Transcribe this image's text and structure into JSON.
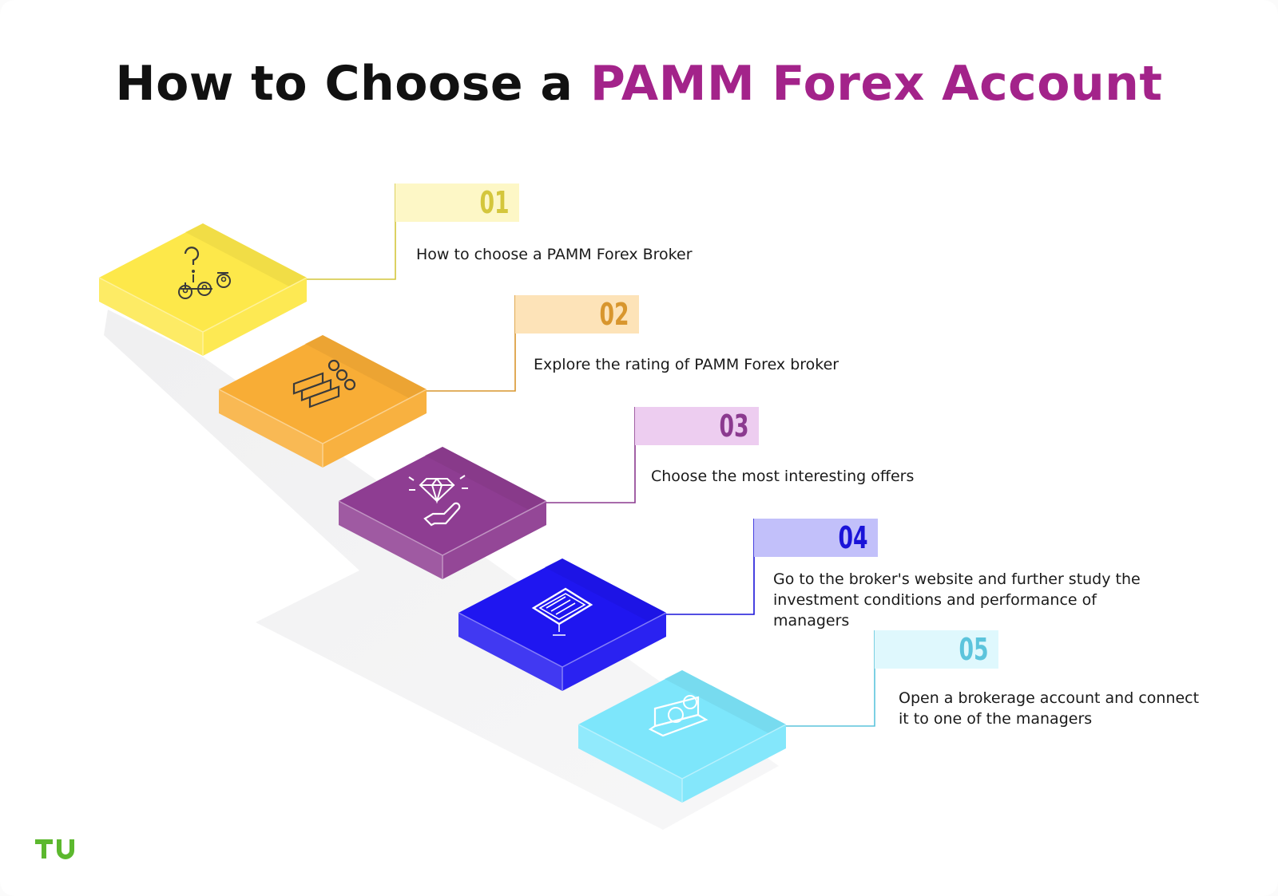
{
  "title": {
    "prefix": "How to Choose a",
    "highlight": "PAMM Forex Account"
  },
  "colors": {
    "title_text": "#111111",
    "title_accent": "#a3238a",
    "logo_green": "#5cb82e"
  },
  "steps": [
    {
      "number": "01",
      "text": "How to choose a PAMM Forex Broker",
      "color": "#fde84a",
      "tab_color": "#fdf7c6",
      "number_color": "#d4c63c",
      "icon": "question-network-icon"
    },
    {
      "number": "02",
      "text": "Explore the rating of PAMM Forex broker",
      "color": "#f8ad36",
      "tab_color": "#fde3b8",
      "number_color": "#d8962e",
      "icon": "checklist-icon"
    },
    {
      "number": "03",
      "text": "Choose the most interesting offers",
      "color": "#8e3d92",
      "tab_color": "#edcdf0",
      "number_color": "#8b3a8f",
      "icon": "diamond-hand-icon"
    },
    {
      "number": "04",
      "text": "Go to the broker's website and further study the investment conditions and performance of managers",
      "color": "#1f16f0",
      "tab_color": "#c2c0fa",
      "number_color": "#1a13d8",
      "icon": "monitor-icon"
    },
    {
      "number": "05",
      "text": "Open a brokerage account and connect it to one of the managers",
      "color": "#7de6fb",
      "tab_color": "#dff8fd",
      "number_color": "#5cc4dc",
      "icon": "laptop-user-icon"
    }
  ],
  "logo": {
    "text": "TU",
    "icon": "tu-logo-icon"
  }
}
